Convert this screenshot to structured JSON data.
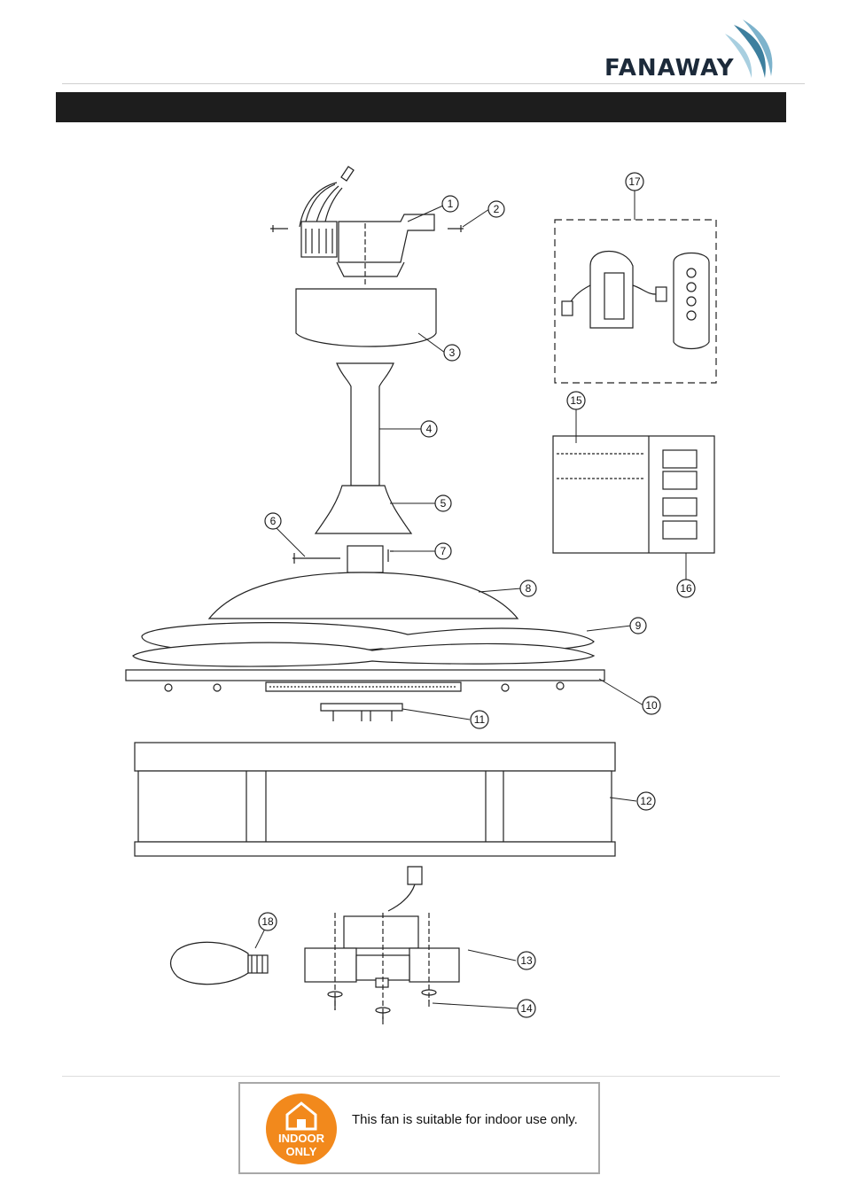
{
  "brand": {
    "name": "FANAWAY",
    "accent": "#4a8fb0"
  },
  "title_bar": {
    "text": "",
    "color": "#1d1d1d"
  },
  "parts": [
    {
      "label": "1"
    },
    {
      "label": "2"
    },
    {
      "label": "3"
    },
    {
      "label": "4"
    },
    {
      "label": "5"
    },
    {
      "label": "6"
    },
    {
      "label": "7"
    },
    {
      "label": "8"
    },
    {
      "label": "9"
    },
    {
      "label": "10"
    },
    {
      "label": "11"
    },
    {
      "label": "12"
    },
    {
      "label": "13"
    },
    {
      "label": "14"
    },
    {
      "label": "15"
    },
    {
      "label": "16"
    },
    {
      "label": "17"
    },
    {
      "label": "18"
    }
  ],
  "notice": {
    "badge_line1": "INDOOR",
    "badge_line2": "ONLY",
    "badge_color": "#f2891c",
    "text": "This fan is suitable for indoor use only."
  }
}
